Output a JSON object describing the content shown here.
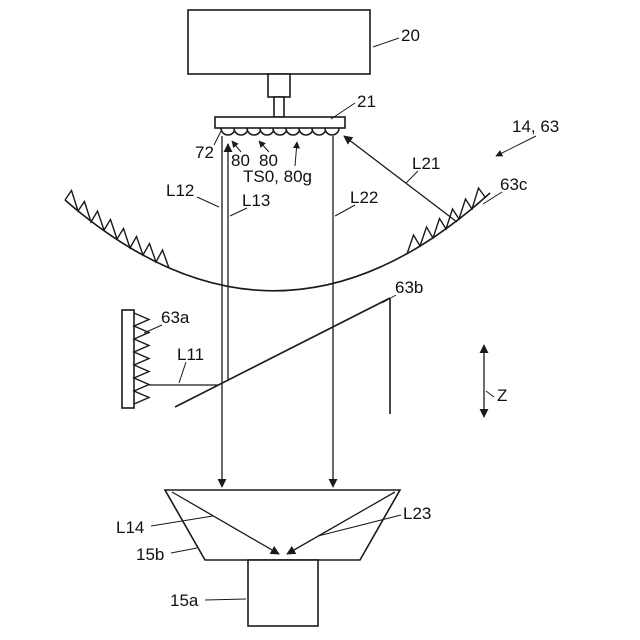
{
  "colors": {
    "ink": "#1a1a1a",
    "paper": "#ffffff"
  },
  "labels": {
    "ref_20": "20",
    "ref_21": "21",
    "ref_14_63": "14, 63",
    "ref_72": "72",
    "ref_80_left": "80",
    "ref_80_right": "80",
    "ref_ts0_80g": "TS0, 80g",
    "ray_L12": "L12",
    "ray_L13": "L13",
    "ray_L21": "L21",
    "ray_L22": "L22",
    "ref_63c": "63c",
    "ref_63b": "63b",
    "ref_63a": "63a",
    "ray_L11": "L11",
    "axis_Z": "Z",
    "ray_L14": "L14",
    "ray_L23": "L23",
    "ref_15b": "15b",
    "ref_15a": "15a"
  }
}
